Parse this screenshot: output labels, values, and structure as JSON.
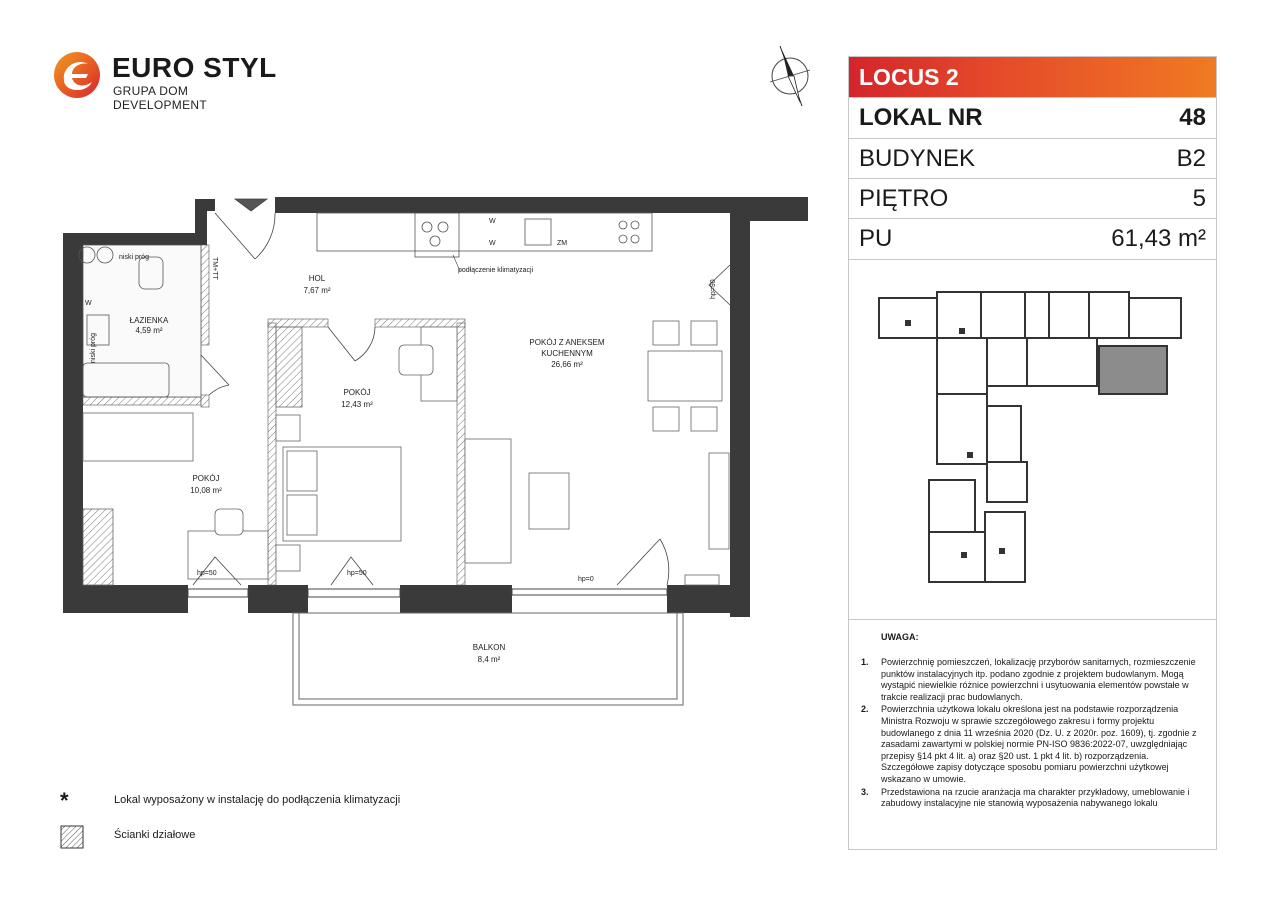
{
  "brand": {
    "name": "EURO STYL",
    "subtitle": "GRUPA DOM DEVELOPMENT"
  },
  "info": {
    "project": "LOCUS 2",
    "rows": [
      {
        "label": "LOKAL NR",
        "value": "48"
      },
      {
        "label": "BUDYNEK",
        "value": "B2"
      },
      {
        "label": "PIĘTRO",
        "value": "5"
      },
      {
        "label": "PU",
        "value": "61,43 m²"
      }
    ]
  },
  "plan": {
    "rooms": {
      "hol": {
        "name": "HOL",
        "area": "7,67 m²"
      },
      "lazienka": {
        "name": "ŁAZIENKA",
        "area": "4,59 m²"
      },
      "pokoj_small": {
        "name": "POKÓJ",
        "area": "10,08 m²"
      },
      "pokoj_mid": {
        "name": "POKÓJ",
        "area": "12,43 m²"
      },
      "salon": {
        "name_line1": "POKÓJ Z ANEKSEM",
        "name_line2": "KUCHENNYM",
        "area": "26,66 m²"
      },
      "balkon": {
        "name": "BALKON",
        "area": "8,4 m²"
      }
    },
    "annotations": {
      "ac": "podłączenie klimatyzacji",
      "hp50_a": "hp=50",
      "hp50_b": "hp=50",
      "hp0": "hp=0",
      "hp90": "hp=90",
      "niski_prog_top": "niski próg",
      "niski_prog_side": "niski próg",
      "tm_tt": "TM+TT",
      "zm": "ZM",
      "w1": "W",
      "w2": "W",
      "w3": "W"
    }
  },
  "notes": {
    "title": "UWAGA:",
    "items": [
      {
        "num": "1.",
        "text": "Powierzchnię pomieszczeń, lokalizację przyborów sanitarnych, rozmieszczenie punktów instalacyjnych itp. podano zgodnie z projektem budowlanym. Mogą wystąpić niewielkie różnice powierzchni i usytuowania elementów powstałe w trakcie realizacji prac budowlanych."
      },
      {
        "num": "2.",
        "text": "Powierzchnia użytkowa lokalu określona jest na podstawie rozporządzenia Ministra Rozwoju w sprawie szczegółowego zakresu i formy projektu budowlanego z dnia 11 września 2020 (Dz. U. z 2020r. poz. 1609), tj. zgodnie z zasadami zawartymi w polskiej normie PN-ISO 9836:2022-07, uwzględniając przepisy §14 pkt 4 lit. a) oraz §20 ust. 1 pkt 4 lit. b) rozporządzenia. Szczegółowe zapisy dotyczące sposobu pomiaru powierzchni użytkowej wskazano w umowie."
      },
      {
        "num": "3.",
        "text": "Przedstawiona na rzucie aranżacja ma charakter przykładowy, umeblowanie i zabudowy instalacyjne nie stanowią wyposażenia nabywanego lokalu"
      }
    ]
  },
  "legend": {
    "symbol_ac": "*",
    "ac": "Lokal wyposażony w instalację do podłączenia klimatyzacji",
    "walls": "Ścianki działowe"
  },
  "colors": {
    "header_start": "#d4252c",
    "header_end": "#f07a22",
    "wall": "#3a3a3a",
    "highlight_unit": "#8c8c8c"
  }
}
